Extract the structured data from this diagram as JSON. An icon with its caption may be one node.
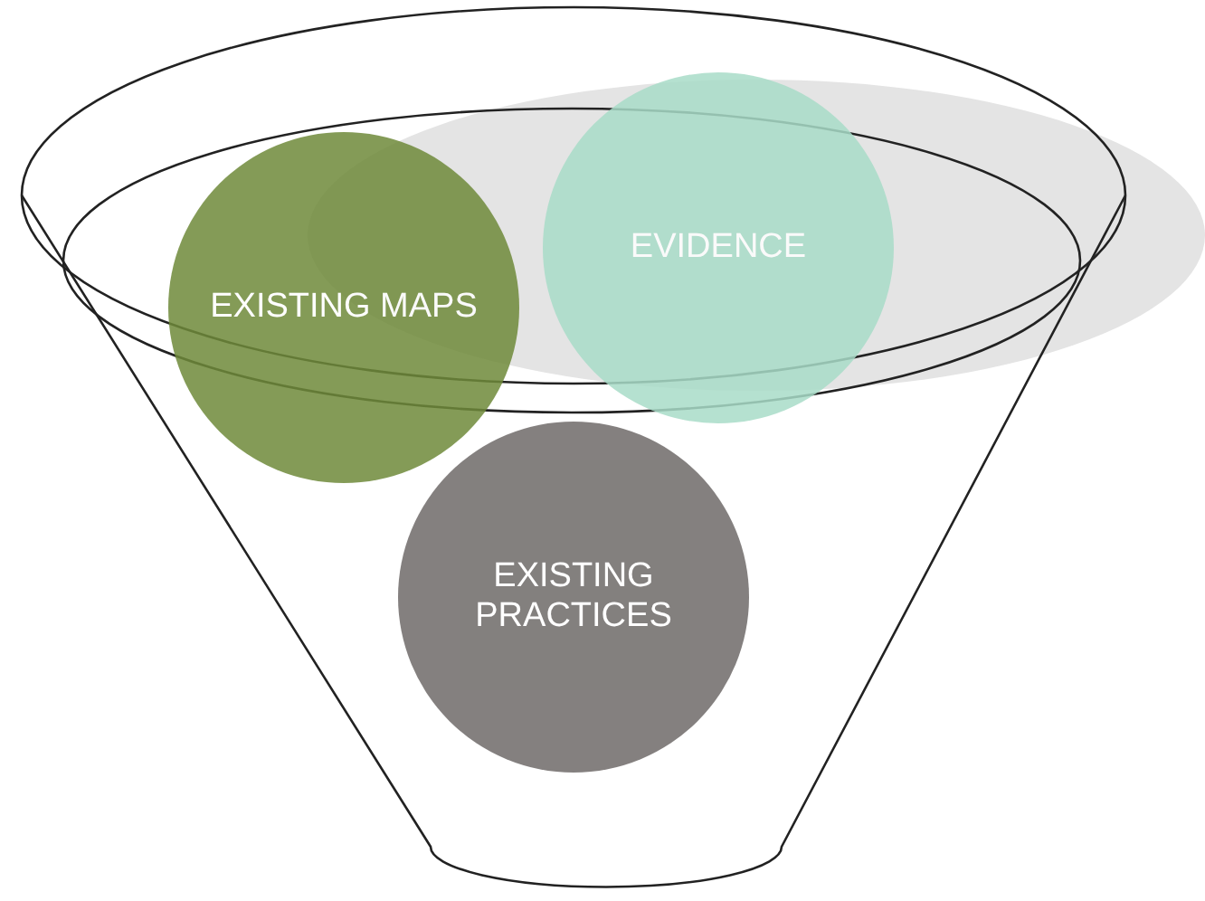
{
  "diagram": {
    "nodes": [
      {
        "text": [
          "EXISTING MAPS"
        ]
      },
      {
        "text": [
          "EVIDENCE"
        ]
      },
      {
        "text": [
          "EXISTING PRACTICES"
        ]
      }
    ]
  }
}
